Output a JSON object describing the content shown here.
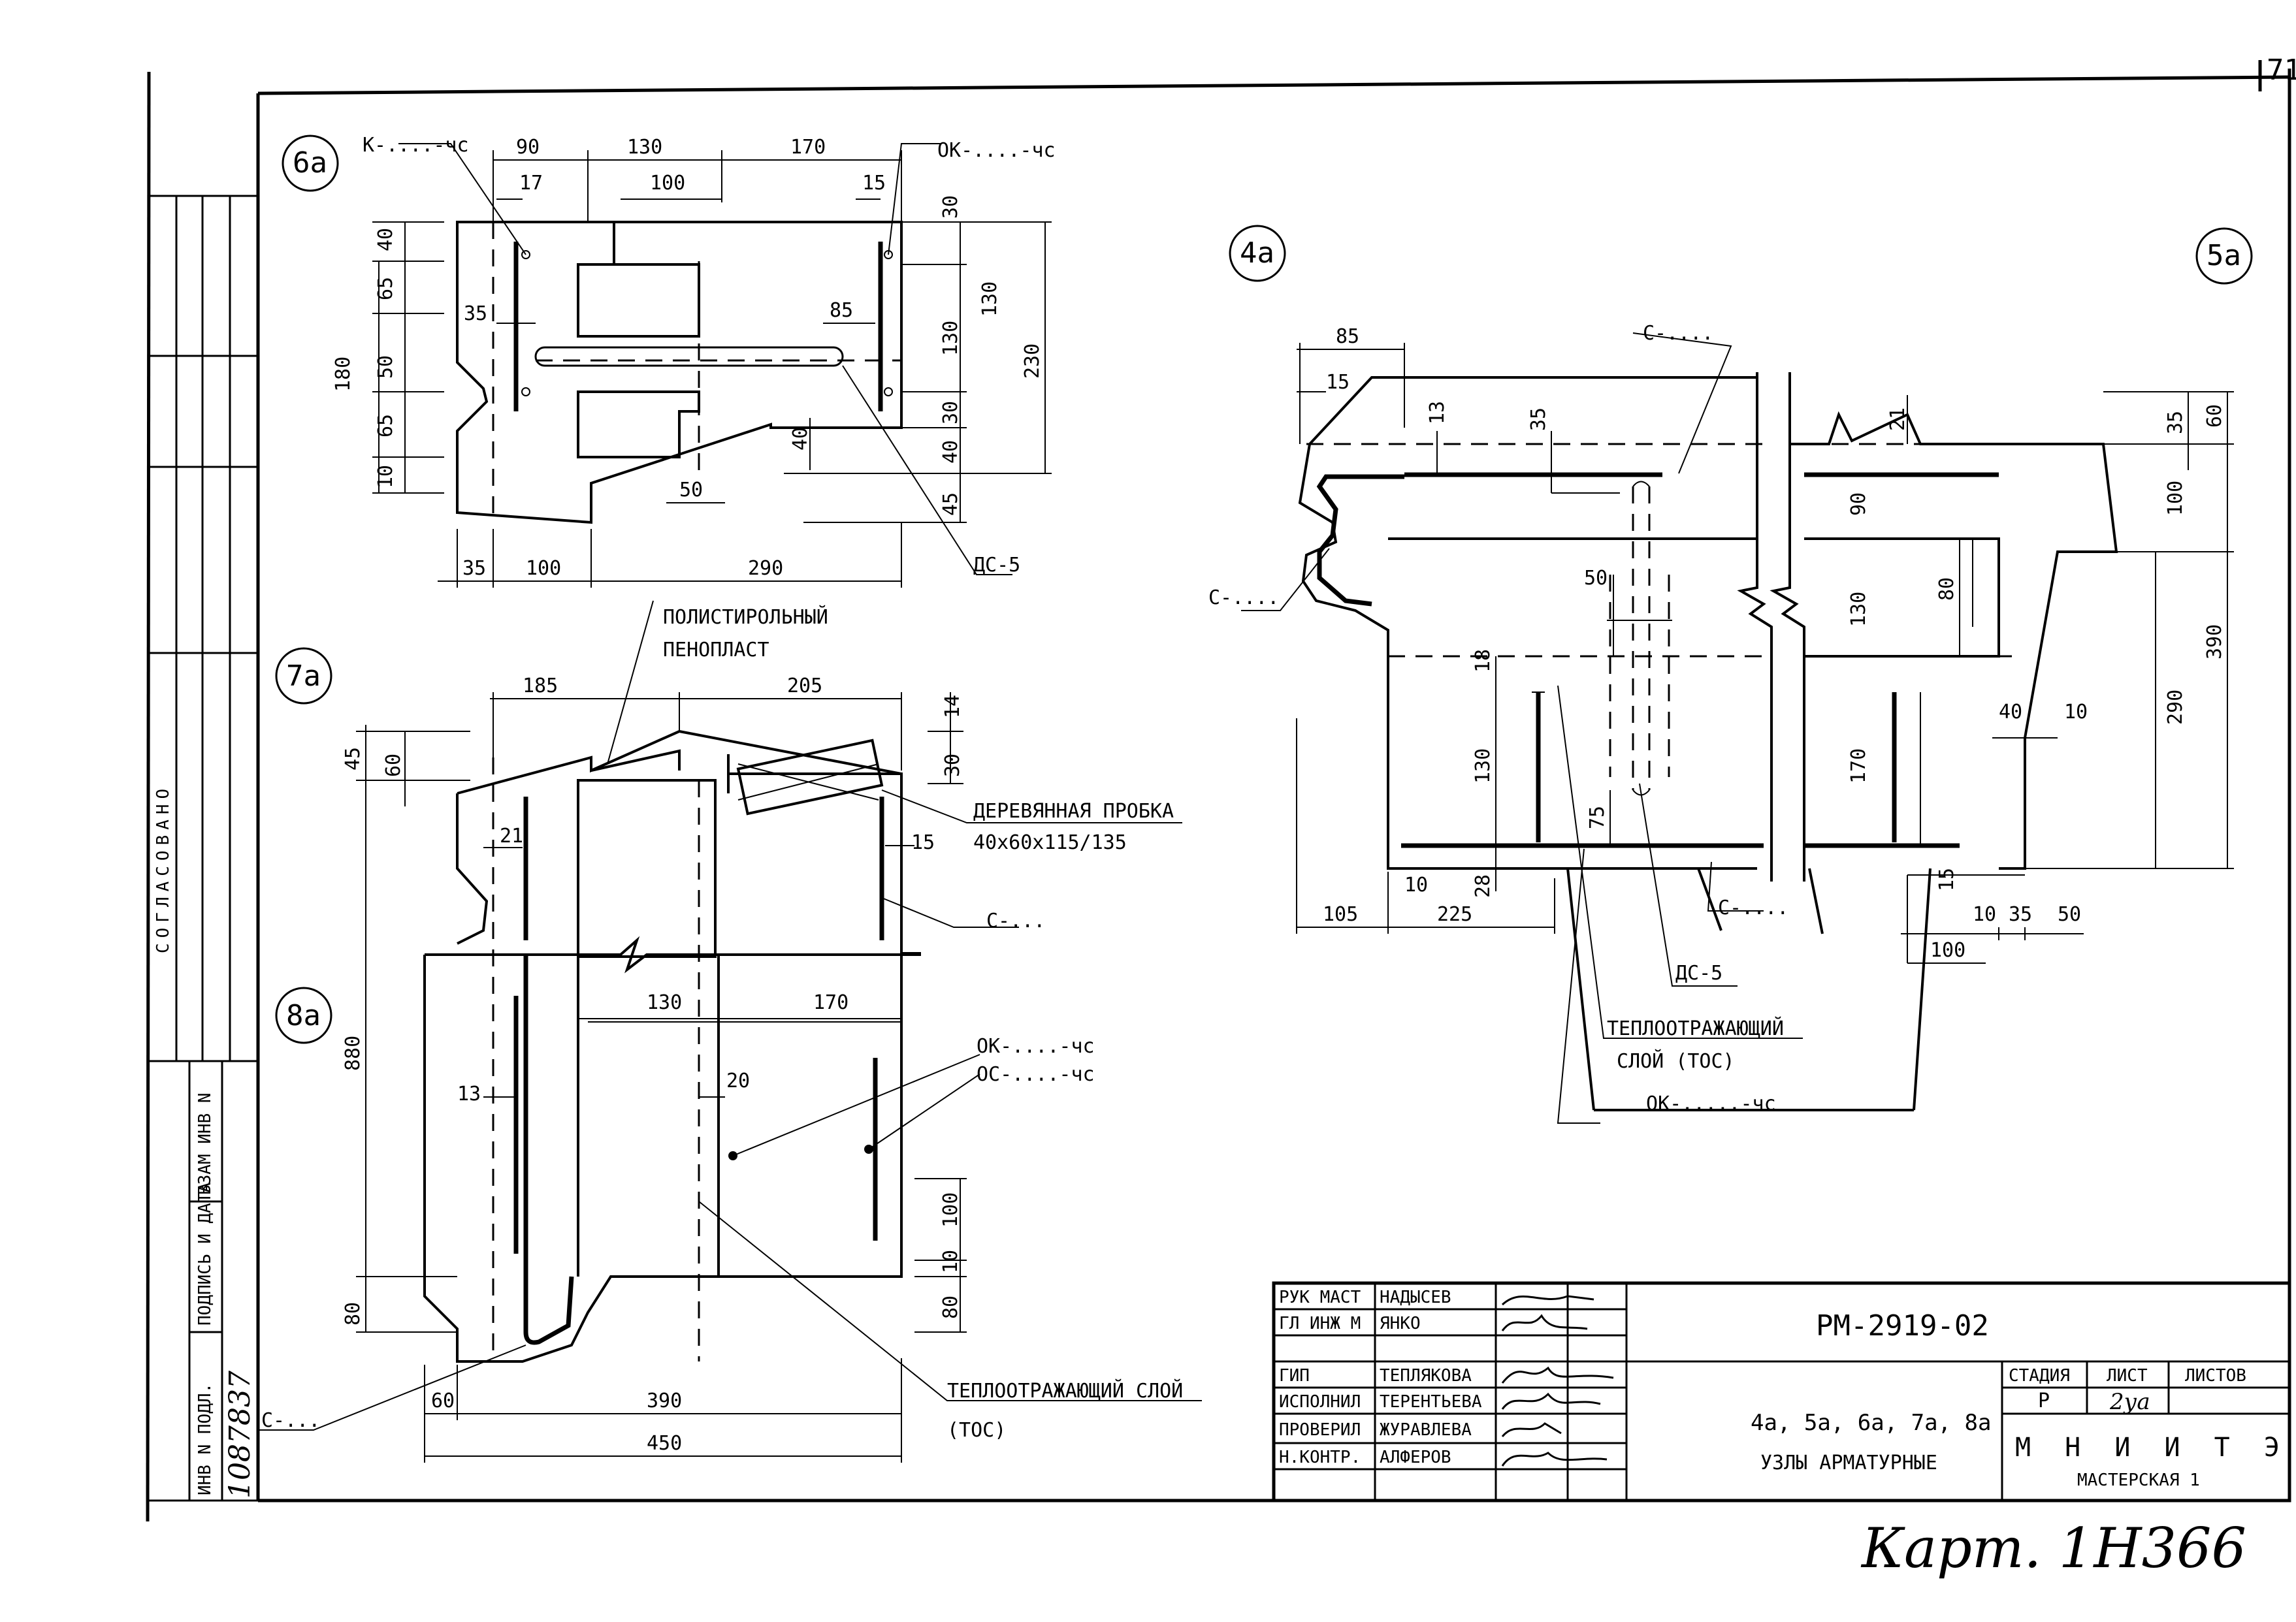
{
  "page_number": "71",
  "side_stamp": {
    "agreed": "СОГЛАСОВАНО",
    "inv_podl": "ИНВ N ПОДЛ.",
    "podpis": "ПОДПИСЬ И ДАТА",
    "vzam": "ВЗАМ ИНВ N",
    "inv_number": "1087837"
  },
  "handwritten_note": "Карт. 1Н366",
  "nodes": {
    "n6a": {
      "label": "6а",
      "marks": {
        "k": "К-....-чс",
        "ok": "ОК-....-чс",
        "dc": "ДС-5"
      },
      "dims": {
        "d90": "90",
        "d130": "130",
        "d170": "170",
        "d17": "17",
        "d100t": "100",
        "d15": "15",
        "d40l": "40",
        "d65a": "65",
        "d50l": "50",
        "d65b": "65",
        "d10": "10",
        "d180": "180",
        "d35l": "35",
        "d85": "85",
        "d30a": "30",
        "d130r": "130",
        "d30b": "30",
        "d40r": "40",
        "d45": "45",
        "d130v": "130",
        "d230": "230",
        "d40m": "40",
        "d50b": "50",
        "d35b": "35",
        "d100b": "100",
        "d290": "290"
      }
    },
    "n7a": {
      "label": "7а",
      "marks": {
        "foam": "ПОЛИСТИРОЛЬНЫЙ",
        "foam2": "ПЕНОПЛАСТ",
        "plug": "ДЕРЕВЯННАЯ ПРОБКА",
        "plug_size": "40х60х115/135",
        "c": "С-..."
      },
      "dims": {
        "d185": "185",
        "d205": "205",
        "d45": "45",
        "d60": "60",
        "d21": "21",
        "d14": "14",
        "d30": "30",
        "d15": "15"
      }
    },
    "n8a": {
      "label": "8а",
      "marks": {
        "ok": "ОК-....-чс",
        "oc": "ОС-....-чс",
        "tos": "ТЕПЛООТРАЖАЮЩИЙ СЛОЙ",
        "tos2": "(ТОС)",
        "c": "С-..."
      },
      "dims": {
        "d130": "130",
        "d170": "170",
        "d880": "880",
        "d13": "13",
        "d20": "20",
        "d100": "100",
        "d10": "10",
        "d80r": "80",
        "d80l": "80",
        "d60": "60",
        "d390": "390",
        "d450": "450"
      }
    },
    "n4a": {
      "label": "4а",
      "marks": {
        "c1": "С-....",
        "c2": "С-....",
        "c3": "С-....",
        "dc": "ДС-5",
        "tos": "ТЕПЛООТРАЖАЮЩИЙ",
        "tos2": "СЛОЙ  (ТОС)",
        "ok": "ОК-.....-чс"
      },
      "dims": {
        "d85": "85",
        "d15": "15",
        "d13": "13",
        "d35": "35",
        "d50": "50",
        "d18": "18",
        "d130": "130",
        "d75": "75",
        "d10": "10",
        "d28": "28",
        "d105": "105",
        "d225": "225"
      }
    },
    "n5a": {
      "label": "5а",
      "dims": {
        "d21": "21",
        "d35": "35",
        "d60": "60",
        "d100": "100",
        "d90": "90",
        "d80": "80",
        "d130": "130",
        "d390": "390",
        "d40": "40",
        "d10": "10",
        "d290": "290",
        "d170": "170",
        "d15": "15",
        "d10b": "10",
        "d35b": "35",
        "d50": "50",
        "d100b": "100"
      }
    }
  },
  "title_block": {
    "roles": [
      {
        "role": "РУК МАСТ",
        "name": "НАДЫСЕВ"
      },
      {
        "role": "ГЛ ИНЖ М",
        "name": "ЯНКО"
      },
      {
        "role": "",
        "name": ""
      },
      {
        "role": "ГИП",
        "name": "ТЕПЛЯКОВА"
      },
      {
        "role": "ИСПОЛНИЛ",
        "name": "ТЕРЕНТЬЕВА"
      },
      {
        "role": "ПРОВЕРИЛ",
        "name": "ЖУРАВЛЕВА"
      },
      {
        "role": "Н.КОНТР.",
        "name": "АЛФЕРОВ"
      }
    ],
    "code": "РМ-2919-02",
    "nodes_list": "4а, 5а, 6а, 7а, 8а",
    "title": "УЗЛЫ АРМАТУРНЫЕ",
    "stage_h": "СТАДИЯ",
    "sheet_h": "ЛИСТ",
    "sheets_h": "ЛИСТОВ",
    "stage": "Р",
    "sheet": "2уа",
    "org": "М Н И И Т Э П",
    "org2": "МАСТЕРСКАЯ 1"
  }
}
